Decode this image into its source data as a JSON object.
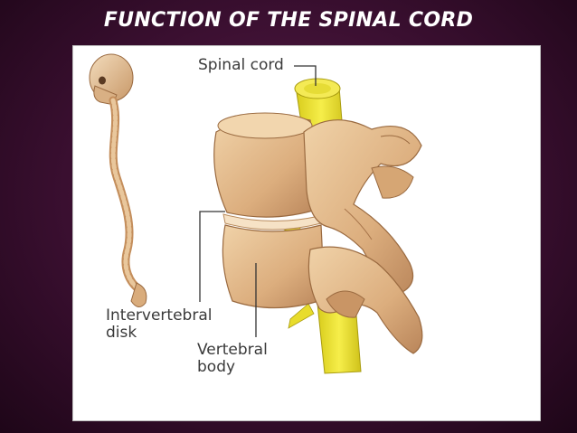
{
  "slide": {
    "title": "FUNCTION OF THE SPINAL CORD"
  },
  "diagram": {
    "labels": {
      "spinal_cord": "Spinal cord",
      "intervertebral_disk_line1": "Intervertebral",
      "intervertebral_disk_line2": "disk",
      "vertebral_body_line1": "Vertebral",
      "vertebral_body_line2": "body"
    }
  },
  "colors": {
    "background": "#3a0f30",
    "title": "#ffffff",
    "bone": "#e3b98a",
    "bone_shadow": "#b9855a",
    "spinal_cord": "#f2e83a",
    "leader_line": "#333333"
  }
}
